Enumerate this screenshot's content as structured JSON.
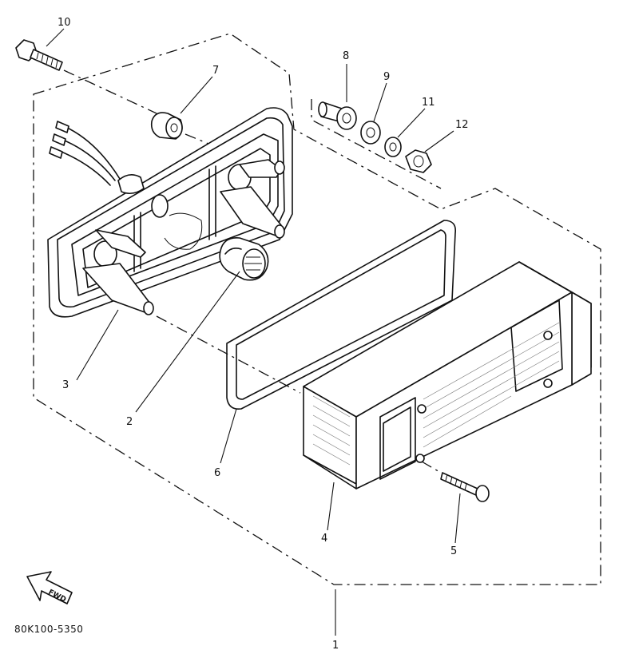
{
  "callouts": {
    "c1": "1",
    "c2": "2",
    "c3": "3",
    "c4": "4",
    "c5": "5",
    "c6": "6",
    "c7": "7",
    "c8": "8",
    "c9": "9",
    "c10": "10",
    "c11": "11",
    "c12": "12"
  },
  "fwd_label": "FWD",
  "drawing_code": "80K100-5350"
}
